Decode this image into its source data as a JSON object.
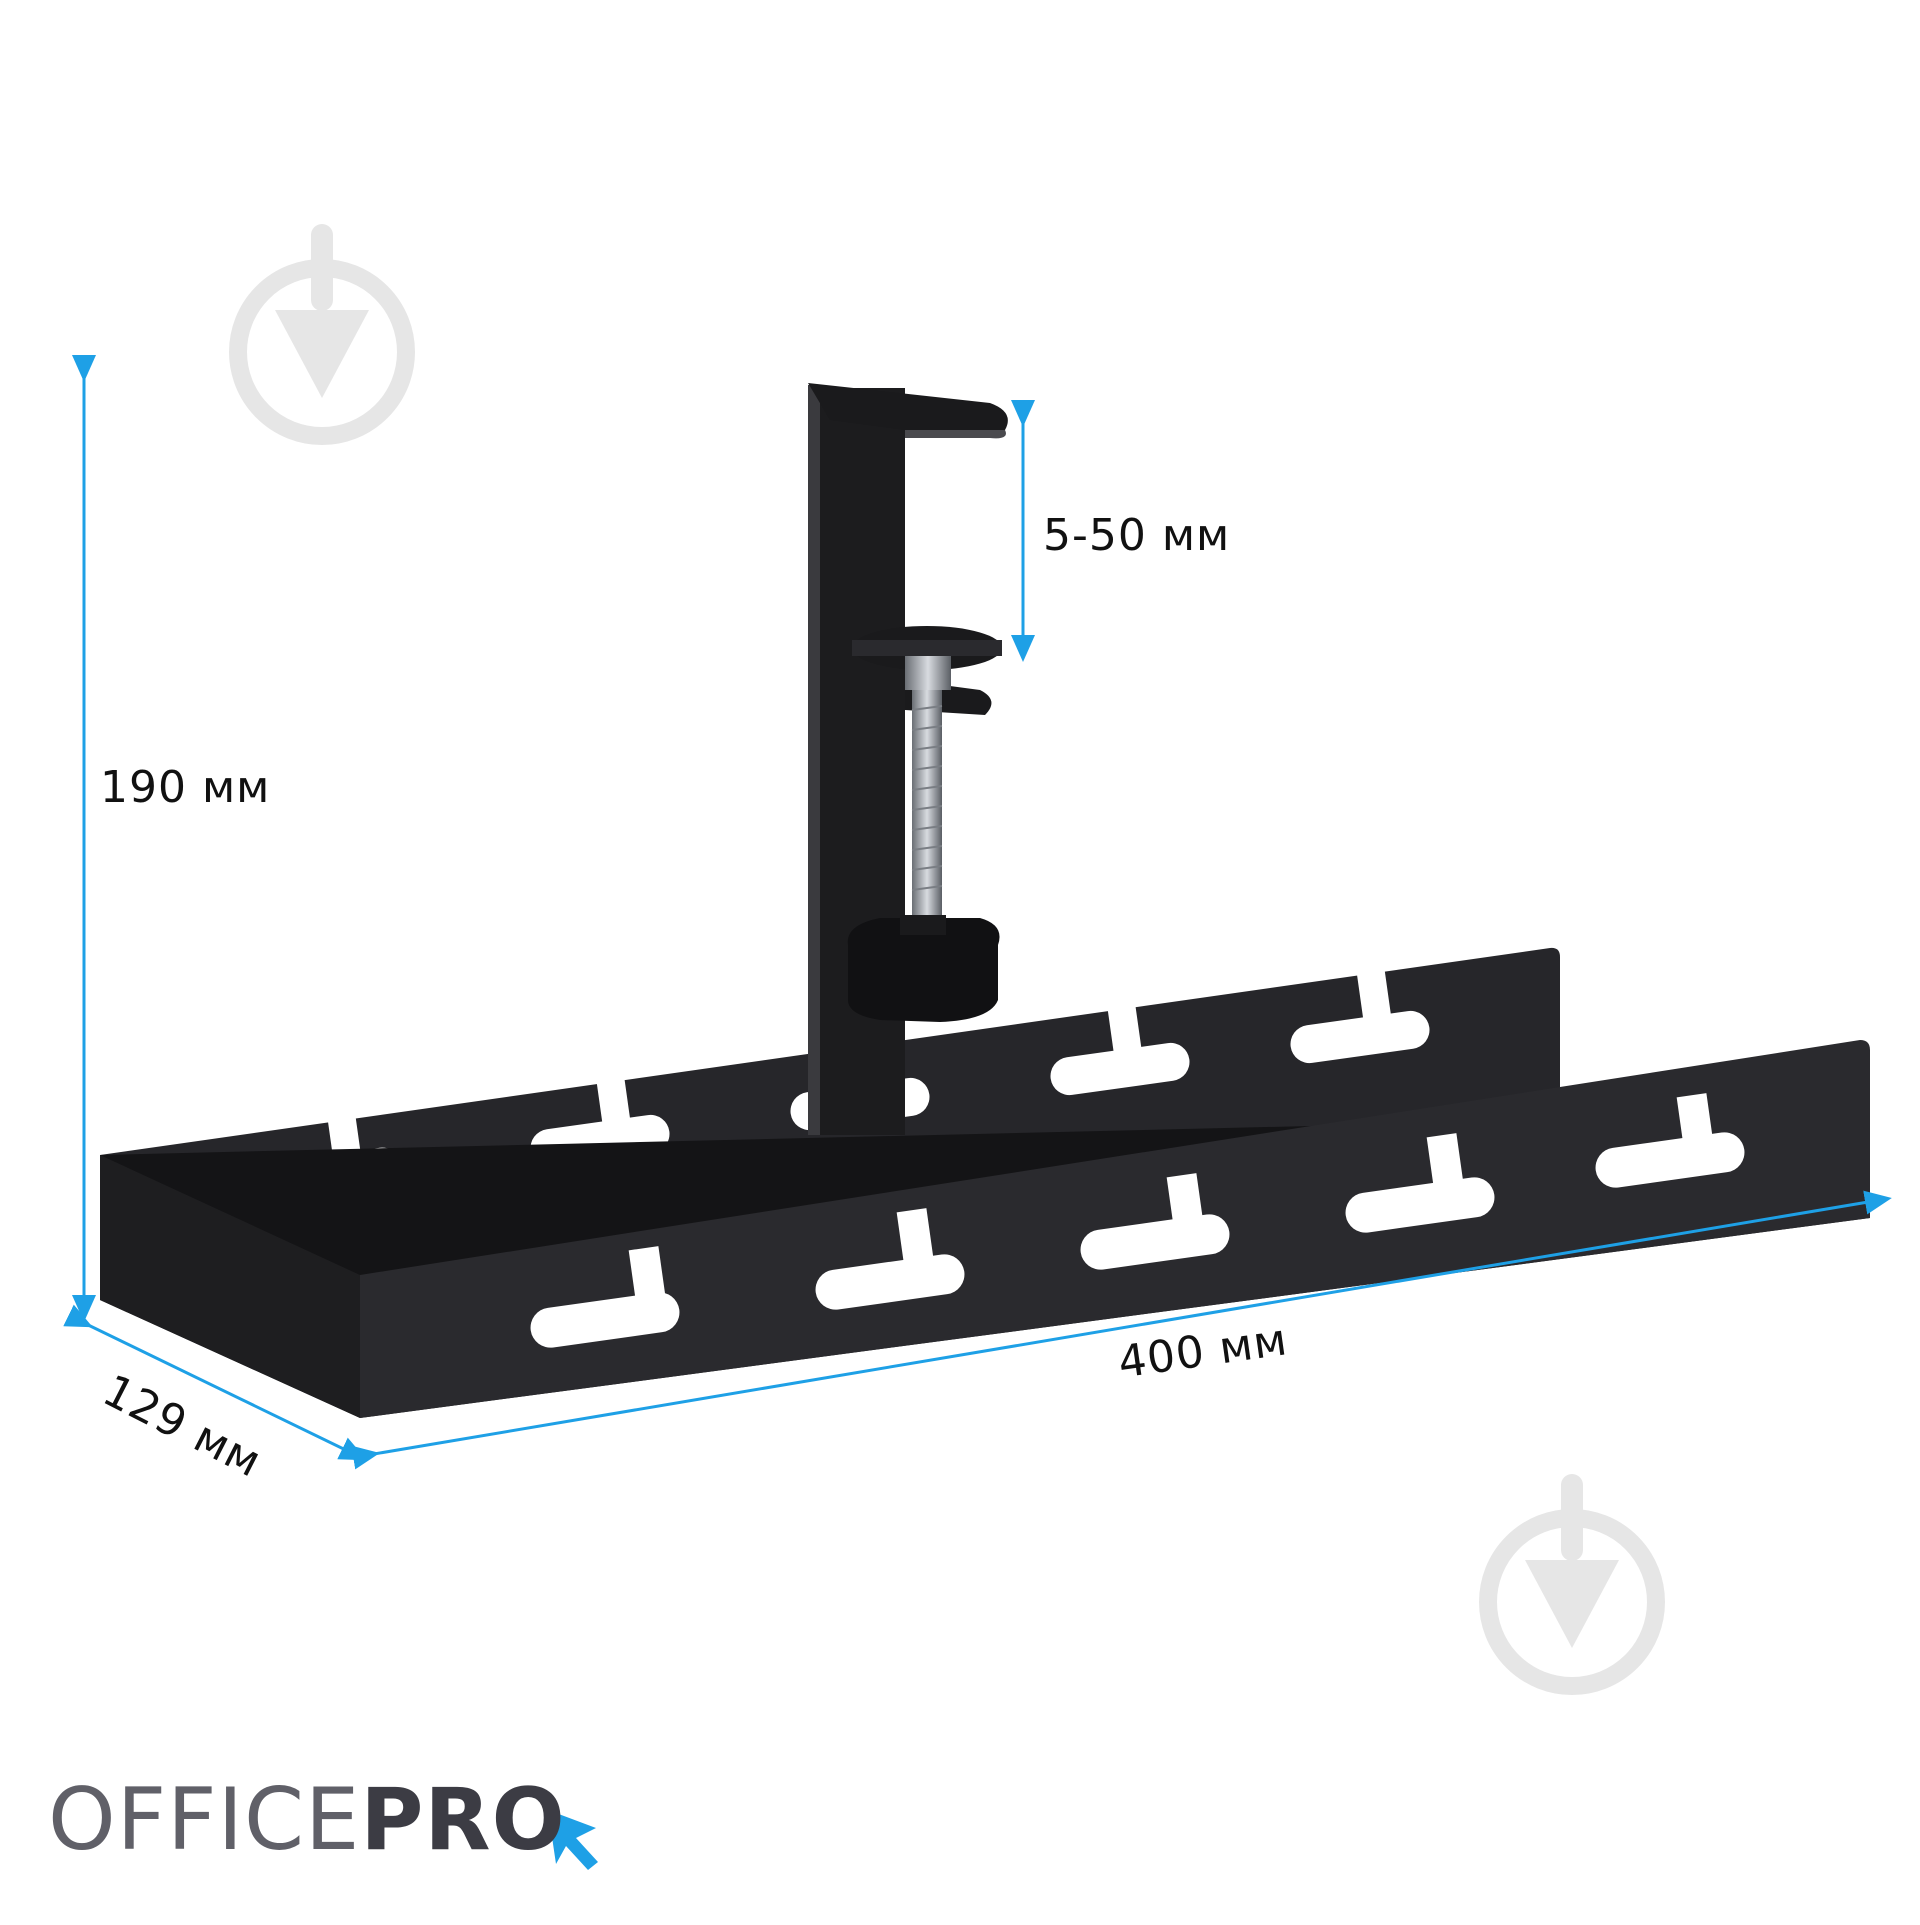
{
  "dimensions": {
    "height": "190 мм",
    "clamp_range": "5-50 мм",
    "length": "400 мм",
    "depth": "129 мм"
  },
  "brand": {
    "logo_text_light": "OFFICE",
    "logo_text_bold": "PRO",
    "accent_color": "#1ea0e6"
  },
  "colors": {
    "dimension_line": "#1ea0e6",
    "product": "#1c1c1e",
    "watermark": "#e6e6e6"
  },
  "icons": [
    "watermark-download-icon",
    "cursor-arrow-icon"
  ]
}
